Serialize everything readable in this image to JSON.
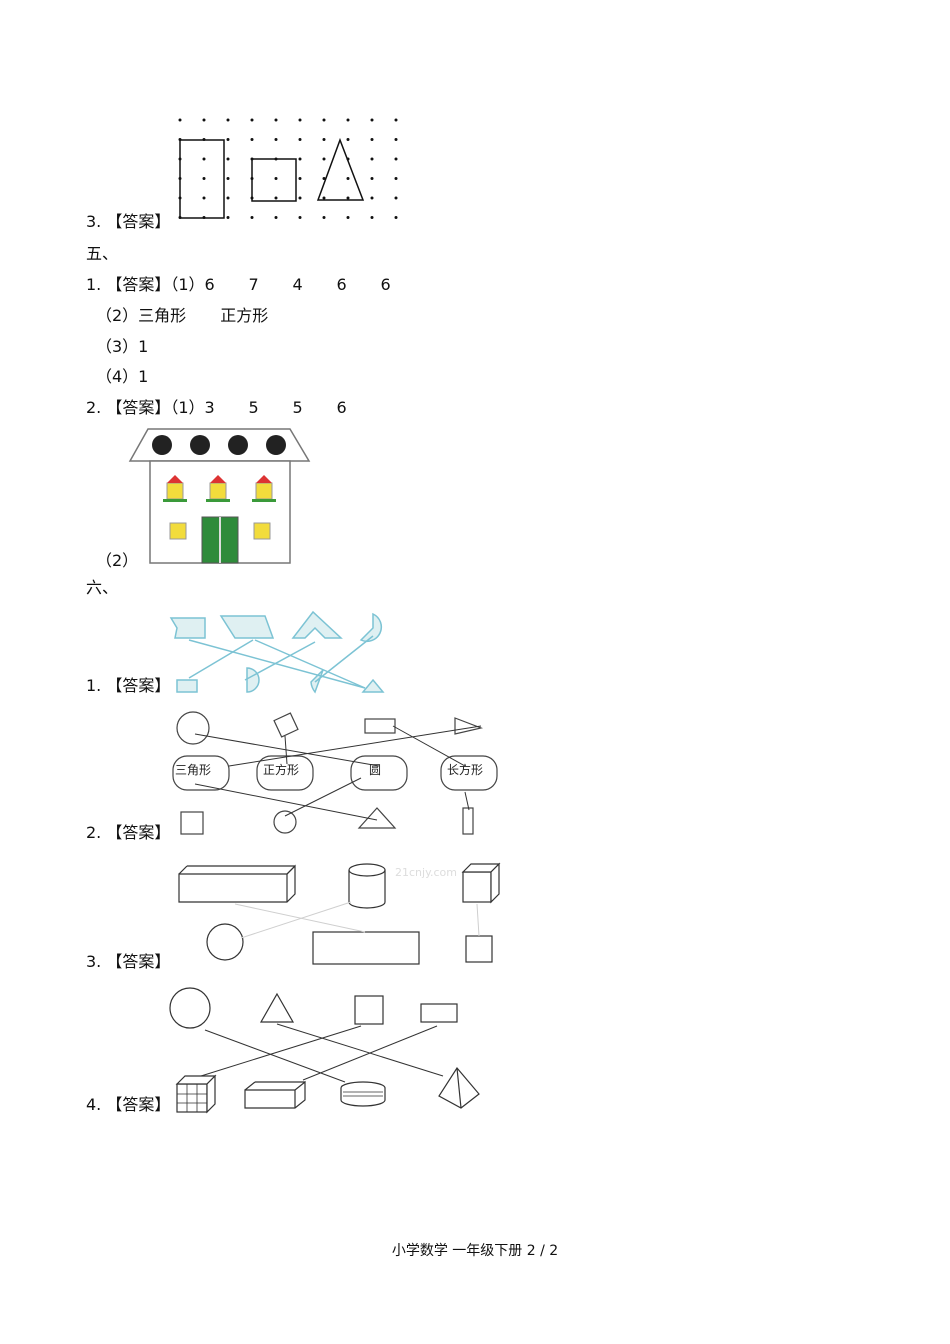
{
  "sec4": {
    "q3": "3. 【答案】"
  },
  "sec5": {
    "heading": "五、",
    "q1": {
      "prefix": "1. 【答案】",
      "part1_label": "（1）",
      "part1_values": [
        "6",
        "7",
        "4",
        "6",
        "6"
      ],
      "part2": "（2）三角形",
      "part2b": "正方形",
      "part3": "（3）1",
      "part4": "（4）1"
    },
    "q2": {
      "prefix": "2. 【答案】",
      "part1_label": "（1）",
      "part1_values": [
        "3",
        "5",
        "5",
        "6"
      ],
      "part2": "（2）"
    }
  },
  "sec6": {
    "heading": "六、",
    "q1": "1. 【答案】",
    "q2": "2. 【答案】",
    "q2_labels": [
      "三角形",
      "正方形",
      "圆",
      "长方形"
    ],
    "q3": "3. 【答案】",
    "q3_watermark": "21cnjy.com",
    "q4": "4. 【答案】"
  },
  "footer": "小学数学  一年级下册  2 / 2"
}
